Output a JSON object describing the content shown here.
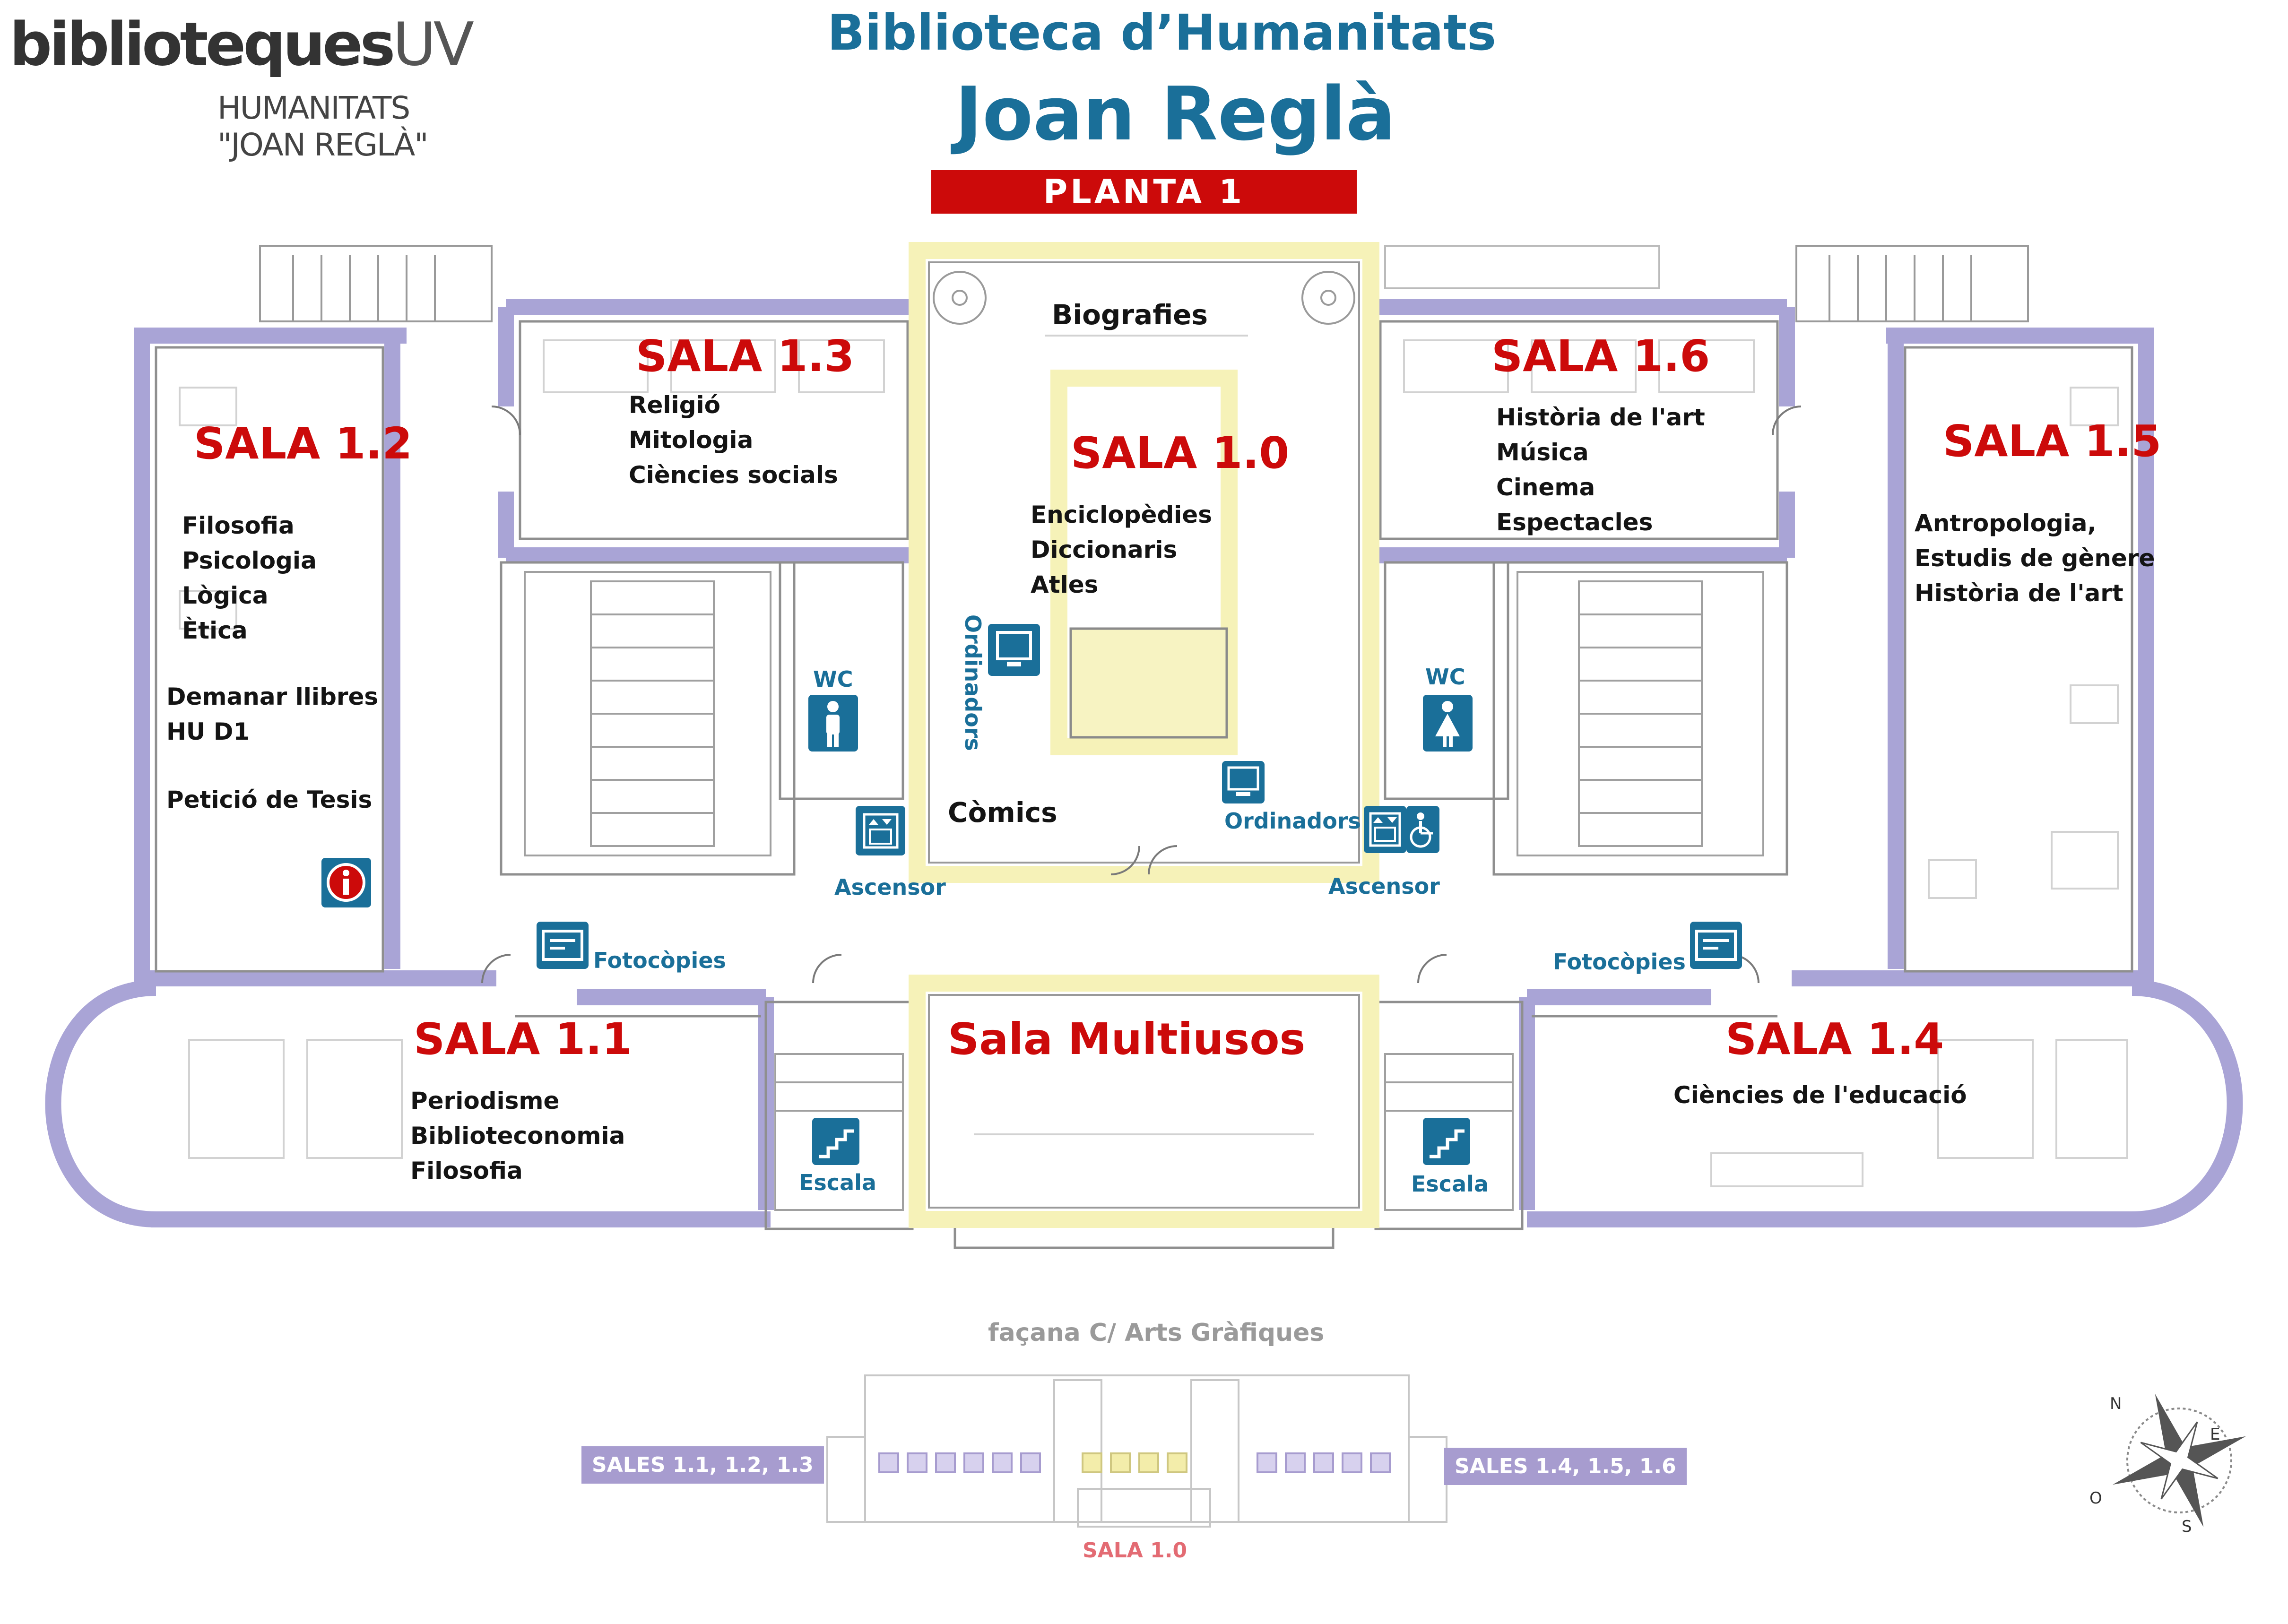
{
  "logo": {
    "brand": "biblioteques",
    "brand_suffix": "UV",
    "line1": "HUMANITATS",
    "line2": "\"JOAN REGLÀ\""
  },
  "header": {
    "title_line1": "Biblioteca d’Humanitats",
    "title_line2": "Joan Reglà",
    "floor": "PLANTA 1"
  },
  "rooms": {
    "sala_1_0": {
      "name": "SALA 1.0",
      "topics": [
        "Enciclopèdies",
        "Diccionaris",
        "Atles"
      ]
    },
    "sala_1_1": {
      "name": "SALA 1.1",
      "topics": [
        "Periodisme",
        "Biblioteconomia",
        "Filosofia"
      ]
    },
    "sala_1_2": {
      "name": "SALA 1.2",
      "topics": [
        "Filosofia",
        "Psicologia",
        "Lògica",
        "Ètica"
      ],
      "extra1": "Demanar llibres",
      "extra2": "HU D1",
      "extra3": "Petició de Tesis"
    },
    "sala_1_3": {
      "name": "SALA 1.3",
      "topics": [
        "Religió",
        "Mitologia",
        "Ciències socials"
      ]
    },
    "sala_1_4": {
      "name": "SALA 1.4",
      "topics": [
        "Ciències de l'educació"
      ]
    },
    "sala_1_5": {
      "name": "SALA 1.5",
      "topics": [
        "Antropologia,",
        "Estudis de gènere",
        "Història de l'art"
      ]
    },
    "sala_1_6": {
      "name": "SALA 1.6",
      "topics": [
        "Història de l'art",
        "Música",
        "Cinema",
        "Espectacles"
      ]
    },
    "multiusos": {
      "name": "Sala Multiusos"
    }
  },
  "labels": {
    "biografies": "Biografies",
    "comics": "Còmics",
    "ordinadors_vertical": "Ordinadors",
    "ordinadors": "Ordinadors",
    "wc_left": "WC",
    "wc_right": "WC",
    "ascensor_left": "Ascensor",
    "ascensor_right": "Ascensor",
    "fotocopies_left": "Fotocòpies",
    "fotocopies_right": "Fotocòpies",
    "escala_left": "Escala",
    "escala_right": "Escala"
  },
  "facade": {
    "title": "façana C/ Arts Gràfiques",
    "left_tag": "SALES 1.1, 1.2, 1.3",
    "right_tag": "SALES 1.4, 1.5, 1.6",
    "center_label": "SALA 1.0"
  },
  "compass": {
    "n": "N",
    "e": "E",
    "s": "S",
    "o": "O"
  },
  "colors": {
    "wall": "#a9a4d6",
    "wall_dark": "#7d76b8",
    "corridor": "#f6f2b8",
    "room_red": "#cc0a0a",
    "label_blue": "#1a6f99"
  },
  "icons": [
    "info-icon",
    "photocopier-icon",
    "wc-male-icon",
    "wc-female-icon",
    "elevator-icon",
    "wheelchair-icon",
    "stairs-icon",
    "computer-icon",
    "compass-rose-icon"
  ]
}
